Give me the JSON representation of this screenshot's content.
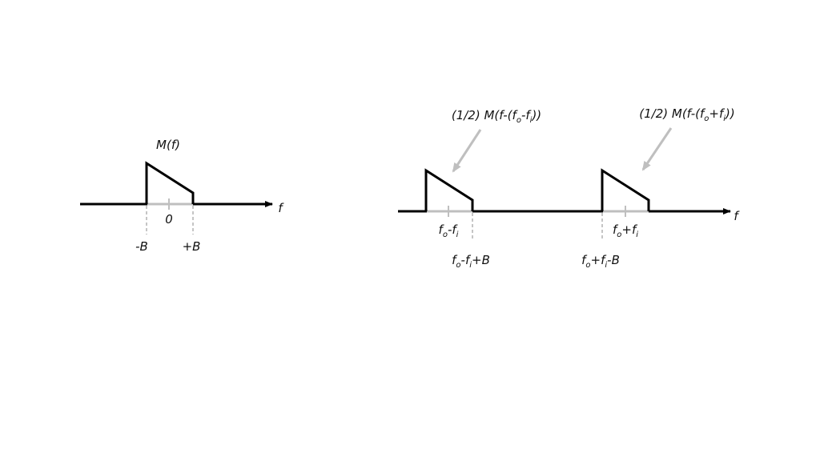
{
  "left": {
    "title": "M(f)",
    "axis_label": "f",
    "zero_label": "0",
    "neg_b_label": "-B",
    "pos_b_label": "+B"
  },
  "right": {
    "axis_label": "f",
    "annot_lower": {
      "p1": "(1/2) M(f-(f",
      "s1": "o",
      "p2": "-f",
      "s2": "i",
      "p3": "))"
    },
    "annot_upper": {
      "p1": "(1/2) M(f-(f",
      "s1": "o",
      "p2": "+f",
      "s2": "i",
      "p3": "))"
    },
    "center_lower": {
      "p1": "f",
      "s1": "o",
      "p2": "-f",
      "s2": "i"
    },
    "center_upper": {
      "p1": "f",
      "s1": "o",
      "p2": "+f",
      "s2": "i"
    },
    "edge_lower": {
      "p1": "f",
      "s1": "o",
      "p2": "-f",
      "s2": "i",
      "p3": "+B"
    },
    "edge_upper": {
      "p1": "f",
      "s1": "o",
      "p2": "+f",
      "s2": "i",
      "p3": "-B"
    }
  },
  "colors": {
    "line": "#000000",
    "gray": "#bfbfbf",
    "dash": "#a6a6a6"
  }
}
